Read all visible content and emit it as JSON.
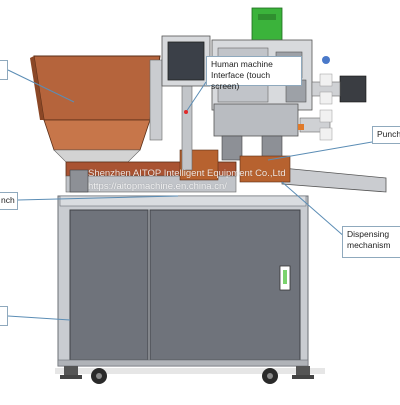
{
  "labels": {
    "hmi_line1": "Human machine",
    "hmi_line2": "Interface (touch screen)",
    "punch_right": "Punch",
    "punch_left": "nch",
    "dispensing_line1": "Dispensing",
    "dispensing_line2": "mechanism"
  },
  "watermark": {
    "line1": "Shenzhen AITOP Intelligent Equipment Co.,Ltd",
    "line2": "https://aitopmachine.en.china.cn/"
  },
  "colors": {
    "frame": "#c9ccd1",
    "cabinet": "#6f737b",
    "hopper": "#b5643c",
    "tray": "#a95332",
    "screen": "#3b4048",
    "green_reel": "#3bb33b",
    "leader": "#5b8db5"
  }
}
